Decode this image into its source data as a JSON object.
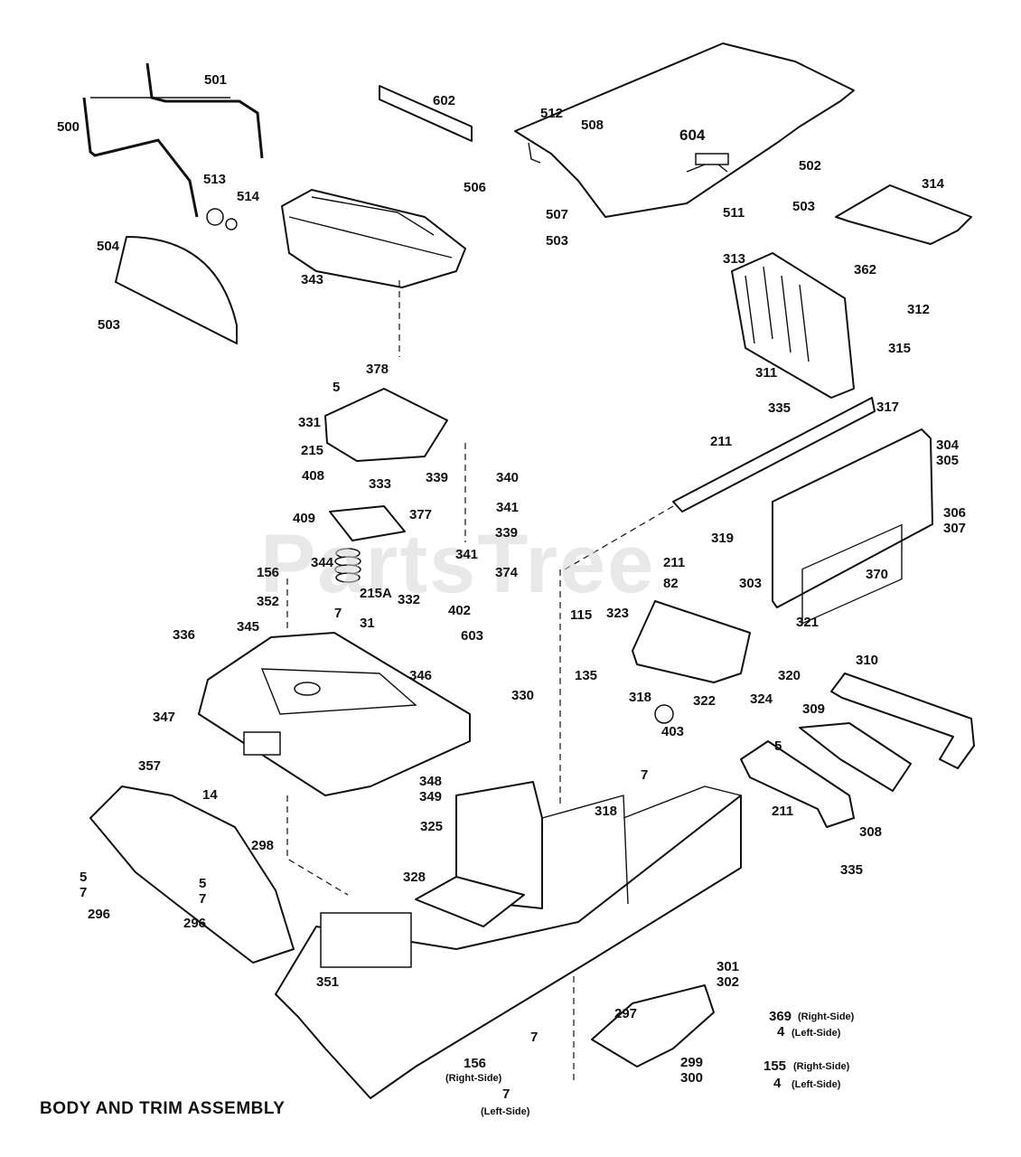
{
  "title": "BODY AND TRIM ASSEMBLY",
  "watermark": "PartsTree",
  "callouts": {
    "c500": "500",
    "c501": "501",
    "c502": "502",
    "c503a": "503",
    "c503b": "503",
    "c503c": "503",
    "c504": "504",
    "c506": "506",
    "c507": "507",
    "c508": "508",
    "c511": "511",
    "c512": "512",
    "c513": "513",
    "c514": "514",
    "c602": "602",
    "c603": "603",
    "c604": "604",
    "c314": "314",
    "c313": "313",
    "c362": "362",
    "c312": "312",
    "c315": "315",
    "c311": "311",
    "c335a": "335",
    "c335b": "335",
    "c317": "317",
    "c343": "343",
    "c378": "378",
    "c5a": "5",
    "c331": "331",
    "c215": "215",
    "c408": "408",
    "c333": "333",
    "c339a": "339",
    "c339b": "339",
    "c340": "340",
    "c341a": "341",
    "c341b": "341",
    "c377": "377",
    "c409": "409",
    "c374": "374",
    "c344": "344",
    "c215A": "215A",
    "c332": "332",
    "c402": "402",
    "c156a": "156",
    "c352": "352",
    "c7a": "7",
    "c31": "31",
    "c211a": "211",
    "c211b": "211",
    "c211c": "211",
    "c82": "82",
    "c304": "304",
    "c305": "305",
    "c306": "306",
    "c307": "307",
    "c319": "319",
    "c303": "303",
    "c370": "370",
    "c115": "115",
    "c323": "323",
    "c321": "321",
    "c135": "135",
    "c318a": "318",
    "c318b": "318",
    "c322": "322",
    "c324": "324",
    "c320": "320",
    "c403": "403",
    "c336": "336",
    "c345": "345",
    "c346": "346",
    "c330": "330",
    "c347": "347",
    "c310": "310",
    "c309": "309",
    "c5b": "5",
    "c357": "357",
    "c14": "14",
    "c348": "348",
    "c349": "349",
    "c7b": "7",
    "c325": "325",
    "c308": "308",
    "c298": "298",
    "c5c": "5",
    "c7c": "7",
    "c296a": "296",
    "c5d": "5",
    "c7d": "7",
    "c296b": "296",
    "c328": "328",
    "c351": "351",
    "c301": "301",
    "c302": "302",
    "c297": "297",
    "c369": "369",
    "c4a": "4",
    "c7e": "7",
    "c156b": "156",
    "c155": "155",
    "c4b": "4",
    "c7f": "7",
    "c299": "299",
    "c300": "300"
  },
  "notes": {
    "right_side_1": "(Right-Side)",
    "left_side_1": "(Left-Side)",
    "right_side_2": "(Right-Side)",
    "left_side_2": "(Left-Side)",
    "right_side_3": "(Right-Side)",
    "left_side_3": "(Left-Side)"
  }
}
